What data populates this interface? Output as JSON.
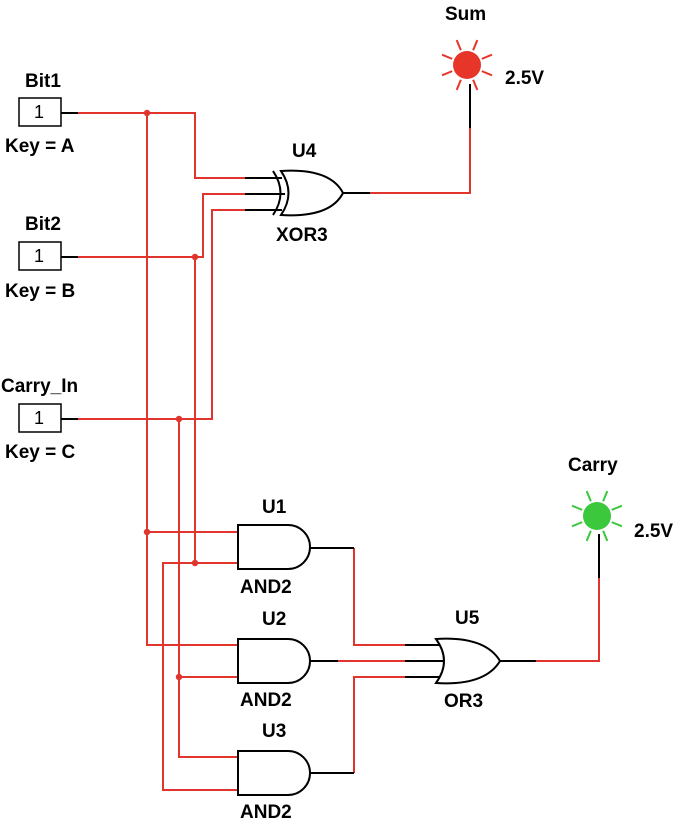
{
  "colors": {
    "wire": "#e0342c",
    "lead": "#000000",
    "sum_led": "#e8352a",
    "carry_led": "#3cc83c",
    "background": "#ffffff"
  },
  "switches": [
    {
      "name": "Bit1",
      "value": "1",
      "key": "Key = A"
    },
    {
      "name": "Bit2",
      "value": "1",
      "key": "Key = B"
    },
    {
      "name": "Carry_In",
      "value": "1",
      "key": "Key = C"
    }
  ],
  "gates": [
    {
      "ref": "U4",
      "type": "XOR3"
    },
    {
      "ref": "U1",
      "type": "AND2"
    },
    {
      "ref": "U2",
      "type": "AND2"
    },
    {
      "ref": "U3",
      "type": "AND2"
    },
    {
      "ref": "U5",
      "type": "OR3"
    }
  ],
  "probes": [
    {
      "name": "Sum",
      "voltage": "2.5V",
      "state": "on",
      "color": "red"
    },
    {
      "name": "Carry",
      "voltage": "2.5V",
      "state": "on",
      "color": "green"
    }
  ]
}
